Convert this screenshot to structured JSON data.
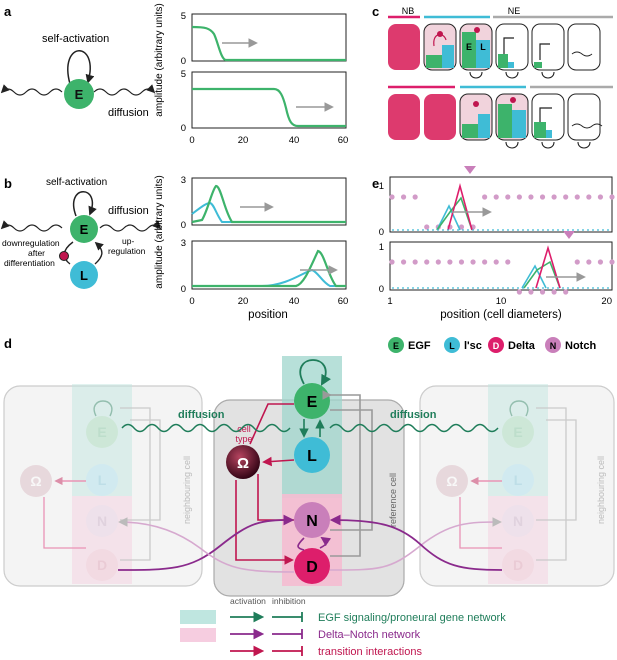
{
  "panels": {
    "a": "a",
    "b": "b",
    "c": "c",
    "d": "d",
    "e": "e"
  },
  "a": {
    "self_activation": "self-activation",
    "node": "E",
    "diffusion": "diffusion",
    "ylabel": "amplitude (arbitrary units)",
    "y_top": "5",
    "y_zero": "0",
    "y_top2": "5",
    "y_zero2": "0",
    "x_ticks": [
      "0",
      "20",
      "40",
      "60"
    ]
  },
  "b": {
    "self_activation": "self-activation",
    "node_e": "E",
    "node_l": "L",
    "diffusion": "diffusion",
    "down1": "downregulation",
    "down2": "after",
    "down3": "differentiation",
    "up1": "up-",
    "up2": "regulation",
    "ylabel": "amplitude (arbitrary units)",
    "y_top": "3",
    "y_zero": "0",
    "y_top2": "3",
    "y_zero2": "0",
    "x_ticks": [
      "0",
      "20",
      "40",
      "60"
    ],
    "xlabel": "position"
  },
  "c": {
    "nb": "NB",
    "ne": "NE",
    "e_letter": "E",
    "l_letter": "L"
  },
  "e": {
    "y1": "1",
    "y0": "0",
    "y1b": "1",
    "y0b": "0",
    "x_ticks": [
      "1",
      "10",
      "20"
    ],
    "xlabel": "position (cell diameters)"
  },
  "d": {
    "legend_nodes": [
      {
        "letter": "E",
        "name": "EGF",
        "color": "#3db36b"
      },
      {
        "letter": "L",
        "name": "l'sc",
        "color": "#3fbcd6"
      },
      {
        "letter": "D",
        "name": "Delta",
        "color": "#dd1e6b"
      },
      {
        "letter": "N",
        "name": "Notch",
        "color": "#c97fba"
      }
    ],
    "diffusion_left": "diffusion",
    "diffusion_right": "diffusion",
    "cell_type1": "cell",
    "cell_type2": "type",
    "omega": "Ω",
    "node_e": "E",
    "node_l": "L",
    "node_n": "N",
    "node_d": "D",
    "neighbour_left": "neighbouring cell",
    "neighbour_right": "neighbouring cell",
    "reference": "reference cell",
    "legend_activation": "activation",
    "legend_inhibition": "inhibition",
    "legend_egf": "EGF signaling/proneural gene network",
    "legend_dn": "Delta–Notch network",
    "legend_tr": "transition interactions"
  },
  "colors": {
    "egf": "#3db36b",
    "lsc": "#3fbcd6",
    "delta": "#dd1e6b",
    "notch": "#c97fba",
    "egf_text": "#1f7d5a",
    "dn_text": "#8a2a8c",
    "tr_text": "#c0164f"
  }
}
